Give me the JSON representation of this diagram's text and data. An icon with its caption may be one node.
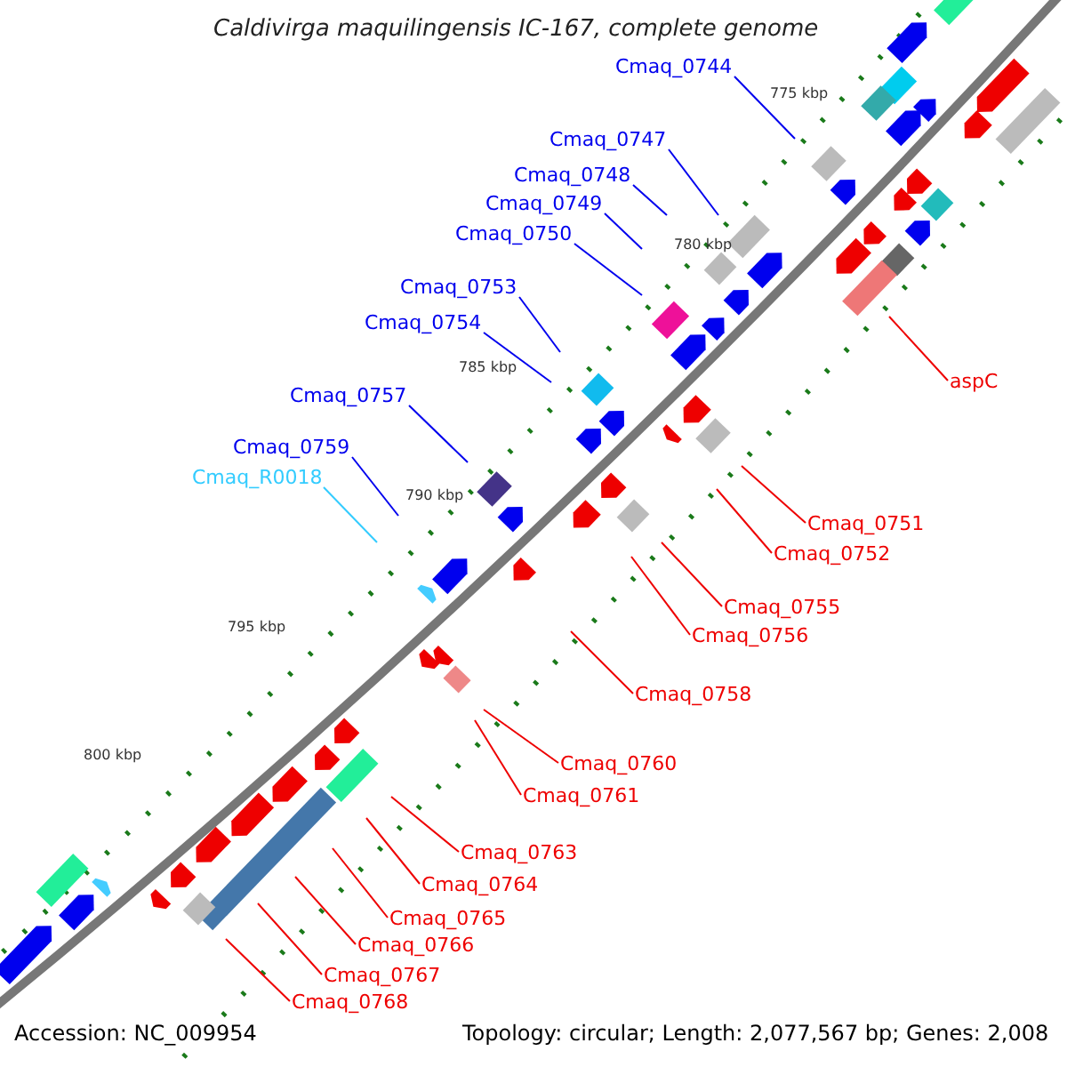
{
  "diagram": {
    "title": "Caldivirga maquilingensis IC-167, complete genome",
    "nodes": [
      {
        "text": [
          "Cmaq_0744"
        ]
      },
      {
        "text": [
          "Cmaq_0747"
        ]
      },
      {
        "text": [
          "Cmaq_0748"
        ]
      },
      {
        "text": [
          "Cmaq_0749"
        ]
      },
      {
        "text": [
          "Cmaq_0750"
        ]
      },
      {
        "text": [
          "Cmaq_0753"
        ]
      },
      {
        "text": [
          "Cmaq_0754"
        ]
      },
      {
        "text": [
          "Cmaq_0757"
        ]
      },
      {
        "text": [
          "Cmaq_0759"
        ]
      },
      {
        "text": [
          "Cmaq_R0018"
        ]
      },
      {
        "text": [
          "aspC"
        ]
      },
      {
        "text": [
          "Cmaq_0751"
        ]
      },
      {
        "text": [
          "Cmaq_0752"
        ]
      },
      {
        "text": [
          "Cmaq_0755"
        ]
      },
      {
        "text": [
          "Cmaq_0756"
        ]
      },
      {
        "text": [
          "Cmaq_0758"
        ]
      },
      {
        "text": [
          "Cmaq_0760"
        ]
      },
      {
        "text": [
          "Cmaq_0761"
        ]
      },
      {
        "text": [
          "Cmaq_0763"
        ]
      },
      {
        "text": [
          "Cmaq_0764"
        ]
      },
      {
        "text": [
          "Cmaq_0765"
        ]
      },
      {
        "text": [
          "Cmaq_0766"
        ]
      },
      {
        "text": [
          "Cmaq_0767"
        ]
      },
      {
        "text": [
          "Cmaq_0768"
        ]
      }
    ],
    "edges": [
      {
        "from": 0,
        "to": null,
        "arrow": "none",
        "color": "#0000ee"
      },
      {
        "from": 1,
        "to": null,
        "arrow": "none",
        "color": "#0000ee"
      },
      {
        "from": 2,
        "to": null,
        "arrow": "none",
        "color": "#0000ee"
      },
      {
        "from": 3,
        "to": null,
        "arrow": "none",
        "color": "#0000ee"
      },
      {
        "from": 4,
        "to": null,
        "arrow": "none",
        "color": "#0000ee"
      },
      {
        "from": 5,
        "to": null,
        "arrow": "none",
        "color": "#0000ee"
      },
      {
        "from": 6,
        "to": null,
        "arrow": "none",
        "color": "#0000ee"
      },
      {
        "from": 7,
        "to": null,
        "arrow": "none",
        "color": "#0000ee"
      },
      {
        "from": 8,
        "to": null,
        "arrow": "none",
        "color": "#0000ee"
      },
      {
        "from": 9,
        "to": null,
        "arrow": "none",
        "color": "#33ccff"
      },
      {
        "from": 10,
        "to": null,
        "arrow": "none"
      },
      {
        "from": 11,
        "to": null,
        "arrow": "none"
      },
      {
        "from": 12,
        "to": null,
        "arrow": "none"
      },
      {
        "from": 13,
        "to": null,
        "arrow": "none"
      },
      {
        "from": 14,
        "to": null,
        "arrow": "none"
      },
      {
        "from": 15,
        "to": null,
        "arrow": "none"
      },
      {
        "from": 16,
        "to": null,
        "arrow": "none"
      },
      {
        "from": 17,
        "to": null,
        "arrow": "none"
      },
      {
        "from": 18,
        "to": null,
        "arrow": "none"
      },
      {
        "from": 19,
        "to": null,
        "arrow": "none"
      },
      {
        "from": 20,
        "to": null,
        "arrow": "none"
      },
      {
        "from": 21,
        "to": null,
        "arrow": "none"
      },
      {
        "from": 22,
        "to": null,
        "arrow": "none"
      },
      {
        "from": 23,
        "to": null,
        "arrow": "none"
      }
    ],
    "labels": [
      "775 kbp",
      "780 kbp",
      "785 kbp",
      "790 kbp",
      "795 kbp",
      "800 kbp",
      "Accession: NC_009954",
      "Topology: circular; Length: 2,077,567 bp; Genes: 2,008"
    ]
  }
}
